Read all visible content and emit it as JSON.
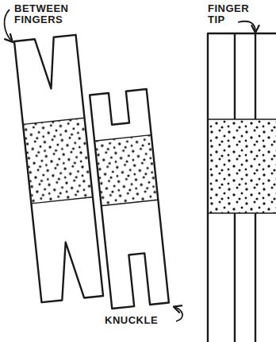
{
  "diagram": {
    "labels": [
      "BETWEEN FINGERS",
      "FINGER TIP",
      "KNUCKLE"
    ]
  }
}
